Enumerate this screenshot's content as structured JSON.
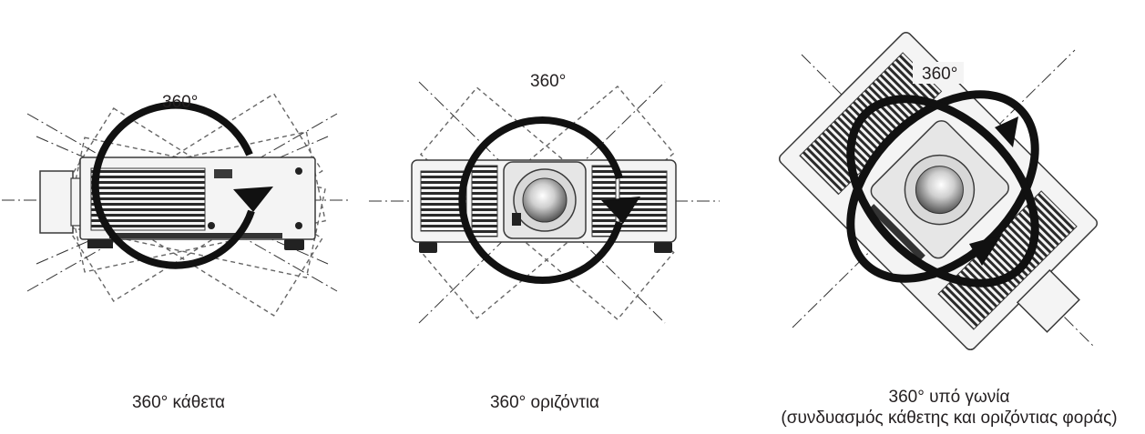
{
  "colors": {
    "projector_fill": "#f4f4f4",
    "projector_line": "#3a3a3a",
    "dark": "#111111",
    "vent": "#2a2a2a",
    "dashed": "#666666",
    "arrow": "#111111"
  },
  "diagrams": [
    {
      "id": "vertical",
      "angle_label": "360°",
      "caption_lines": [
        "360° κάθετα"
      ]
    },
    {
      "id": "horizontal",
      "angle_label": "360°",
      "caption_lines": [
        "360° οριζόντια"
      ]
    },
    {
      "id": "tilted",
      "angle_label": "360°",
      "caption_lines": [
        "360° υπό γωνία",
        "(συνδυασμός κάθετης και οριζόντιας φοράς)"
      ]
    }
  ]
}
